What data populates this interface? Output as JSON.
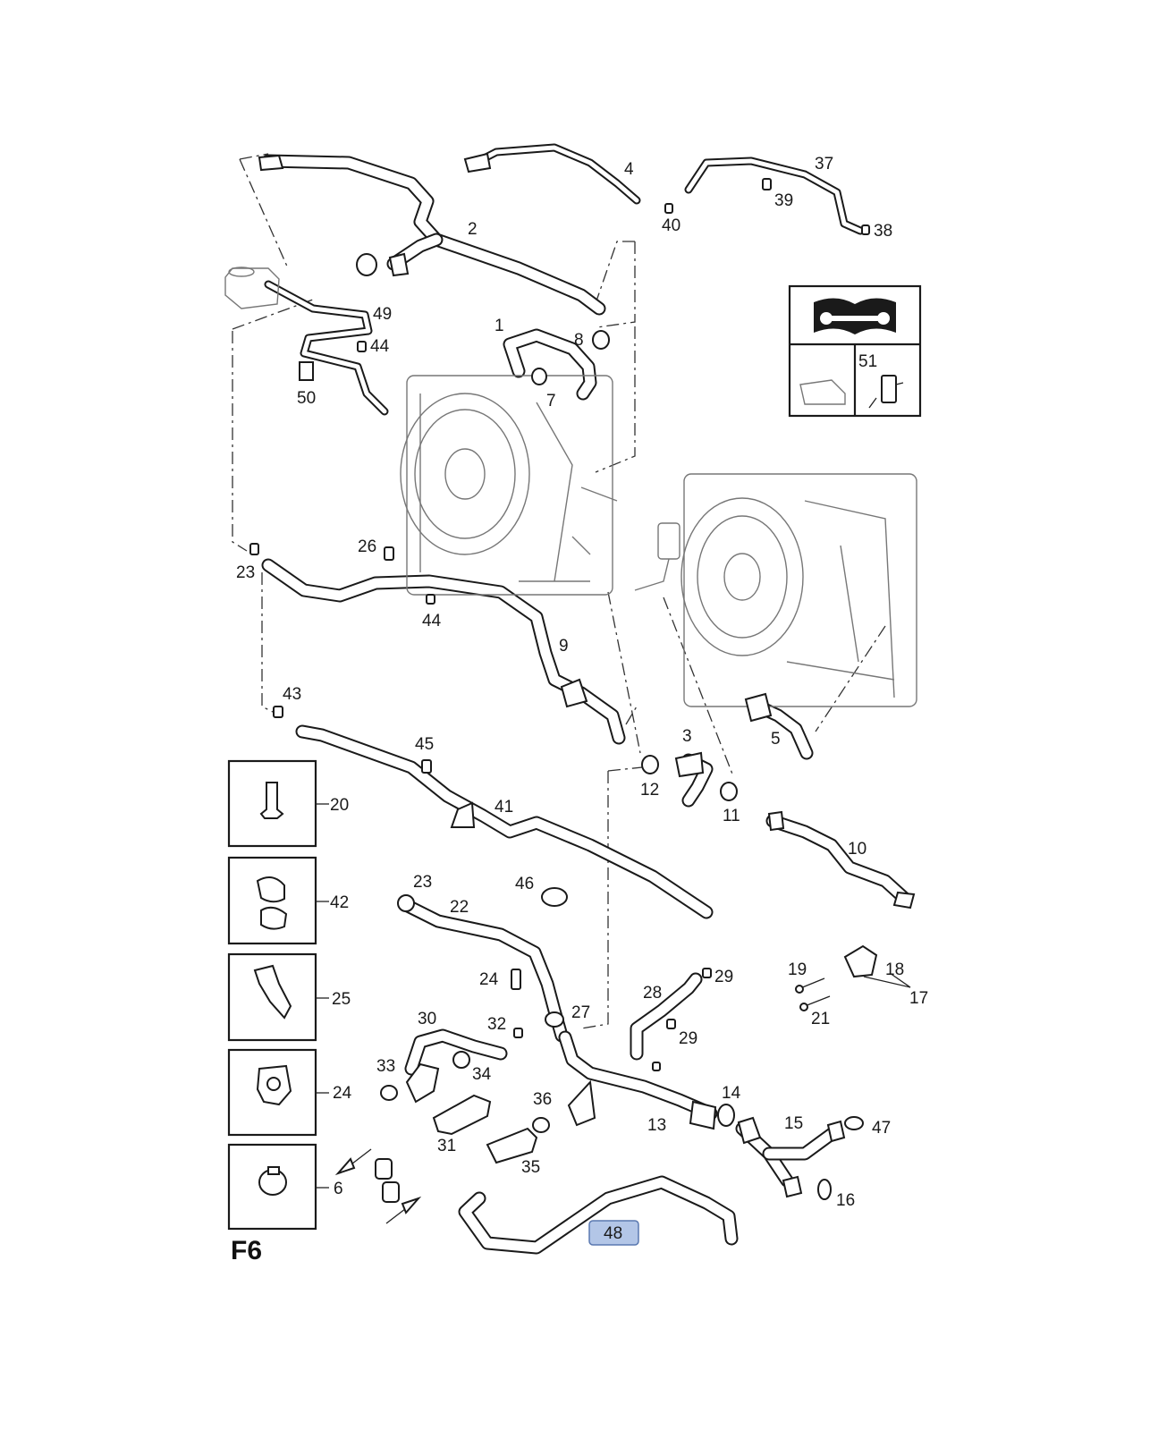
{
  "figure_label": "F6",
  "callouts": {
    "c1": "1",
    "c2": "2",
    "c3": "3",
    "c4": "4",
    "c5": "5",
    "c6": "6",
    "c7": "7",
    "c8": "8",
    "c9": "9",
    "c10": "10",
    "c11": "11",
    "c12": "12",
    "c13": "13",
    "c14": "14",
    "c15": "15",
    "c16": "16",
    "c17": "17",
    "c18": "18",
    "c19": "19",
    "c20": "20",
    "c21": "21",
    "c22": "22",
    "c23a": "23",
    "c23b": "23",
    "c24a": "24",
    "c24b": "24",
    "c25": "25",
    "c26": "26",
    "c27": "27",
    "c28": "28",
    "c29a": "29",
    "c29b": "29",
    "c30": "30",
    "c31": "31",
    "c32": "32",
    "c33": "33",
    "c34": "34",
    "c35": "35",
    "c36": "36",
    "c37": "37",
    "c38": "38",
    "c39": "39",
    "c40": "40",
    "c41": "41",
    "c42": "42",
    "c43": "43",
    "c44a": "44",
    "c44b": "44",
    "c45": "45",
    "c46": "46",
    "c47": "47",
    "c48": "48",
    "c49": "49",
    "c50": "50",
    "c51": "51"
  },
  "highlighted_part": "48",
  "colors": {
    "highlight_fill": "#b3c6e7",
    "line": "#1a1a1a"
  }
}
